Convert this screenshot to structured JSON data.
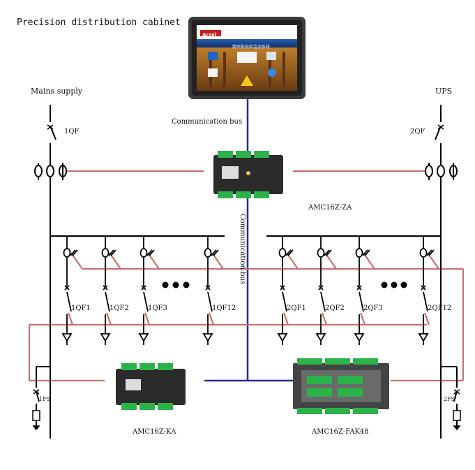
{
  "labels": {
    "title": "Precision distribution cabinet",
    "mains": "Mains supply",
    "ups": "UPS",
    "comm_bus": "Communication bus",
    "comm_bus_vertical": "Communication bus",
    "qf_1": "1QF",
    "qf_2": "2QF",
    "fs_1": "1FS",
    "fs_2": "2FS",
    "meter_za": "AMC16Z-ZA",
    "meter_ka": "AMC16Z-KA",
    "meter_fak": "AMC16Z-FAK48"
  },
  "hmi": {
    "logo": "Acrel",
    "title": "精密配电柜监测系统"
  },
  "left_branches": [
    "1QF1",
    "1QF2",
    "1QF3",
    "1QF12"
  ],
  "right_branches": [
    "2QF1",
    "2QF2",
    "2QF3",
    "2QF12"
  ],
  "colors": {
    "line": "#000000",
    "signal": "#c8706e",
    "bus": "#1f2f8f",
    "hmi_frame": "#3a3a3a",
    "device_body": "#2b2b2b",
    "device_green": "#2bb34a"
  },
  "icons": [
    "circuit-breaker-icon",
    "current-transformer-icon",
    "fuse-icon",
    "ellipsis-icon",
    "touch-screen-icon",
    "power-meter-icon"
  ]
}
